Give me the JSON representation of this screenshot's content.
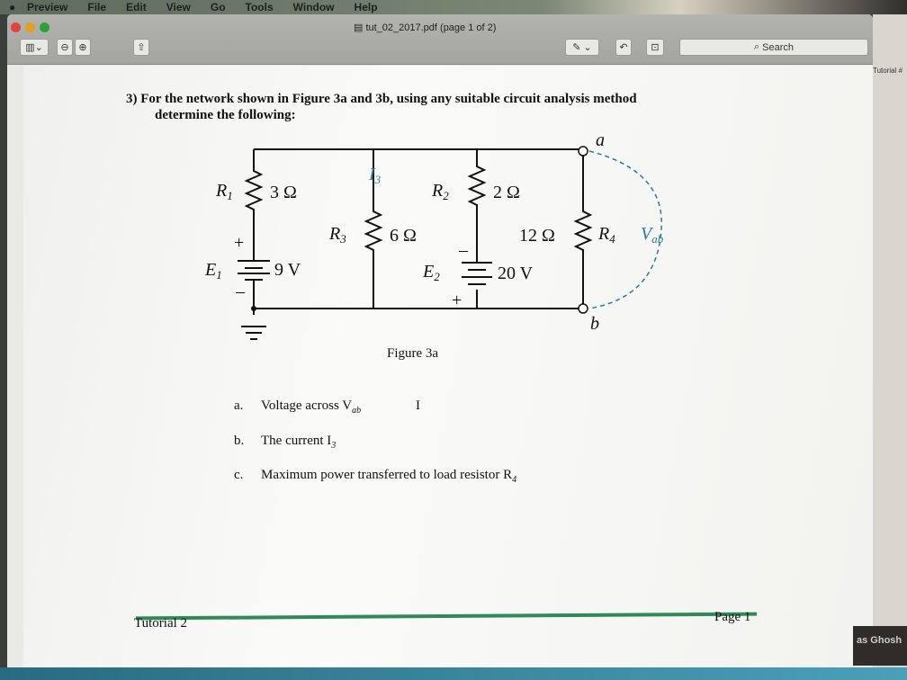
{
  "menubar": {
    "apple": "",
    "items": [
      "Preview",
      "File",
      "Edit",
      "View",
      "Go",
      "Tools",
      "Window",
      "Help"
    ]
  },
  "window": {
    "title": "tut_02_2017.pdf (page 1 of 2)",
    "search_placeholder": "Search"
  },
  "side_window": {
    "tab": "Tutorial #",
    "user": "as Ghosh"
  },
  "document": {
    "question": "3)  For the network shown in Figure 3a and 3b, using any suitable circuit analysis method",
    "question_cont": "determine the following:",
    "figure_caption": "Figure 3a",
    "items": [
      {
        "marker": "a.",
        "text": "Voltage across V",
        "sub": "ab"
      },
      {
        "marker": "b.",
        "text": "The current I",
        "sub": "3"
      },
      {
        "marker": "c.",
        "text": "Maximum power transferred to load resistor R",
        "sub": "4"
      }
    ],
    "footer_left": "Tutorial 2",
    "footer_right": "Page 1"
  },
  "circuit": {
    "R1": "R",
    "R1_sub": "1",
    "R1_val": "3 Ω",
    "R2": "R",
    "R2_sub": "2",
    "R2_val": "2 Ω",
    "R3": "R",
    "R3_sub": "3",
    "R3_val": "6 Ω",
    "R4": "R",
    "R4_sub": "4",
    "R4_val": "12 Ω",
    "E1": "E",
    "E1_sub": "1",
    "E1_val": "9 V",
    "E2": "E",
    "E2_sub": "2",
    "E2_val": "20 V",
    "I3": "I",
    "I3_sub": "3",
    "node_a": "a",
    "node_b": "b",
    "Vab": "V",
    "Vab_sub": "ab",
    "plus": "+",
    "minus": "–",
    "accent": "#2a7a9a"
  }
}
